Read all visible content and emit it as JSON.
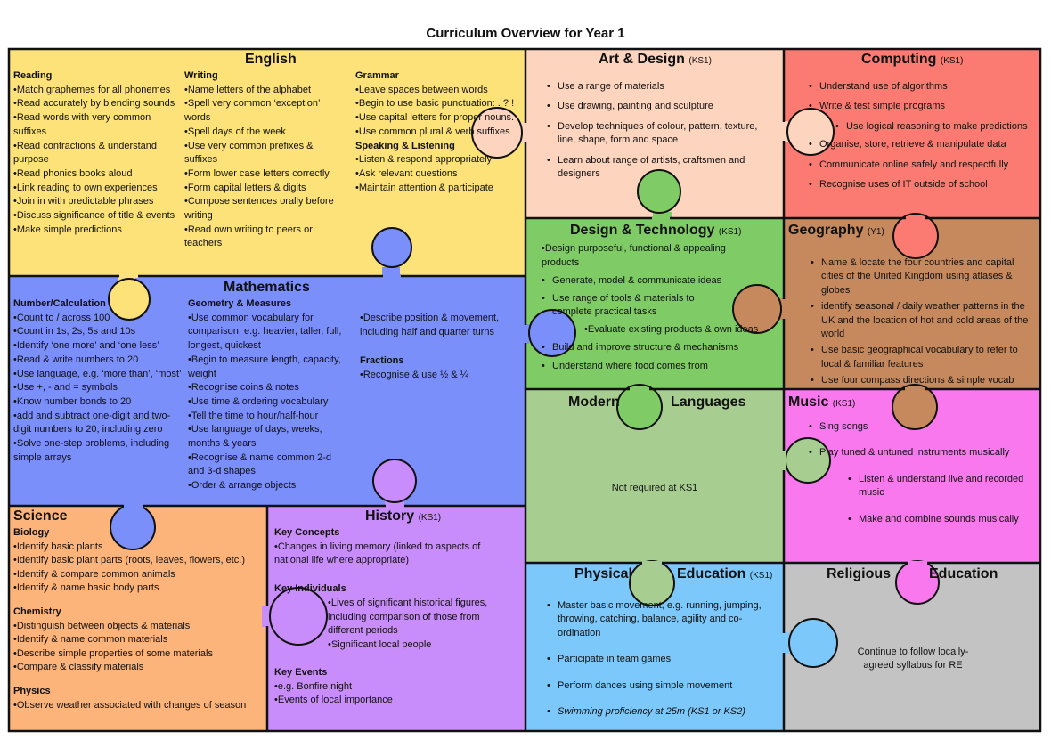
{
  "title": "Curriculum Overview for Year 1",
  "colors": {
    "english": "#fde27a",
    "art": "#fdd5bf",
    "computing": "#fb7b73",
    "maths": "#7b8ffb",
    "dt": "#7fcc66",
    "geography": "#c6895d",
    "ml": "#a8cd91",
    "music": "#f978ee",
    "science": "#fcb47b",
    "history": "#c98dfb",
    "pe": "#7cc8fa",
    "re": "#c3c3c3"
  },
  "english": {
    "heading": "English",
    "reading": {
      "heading": "Reading",
      "items": [
        "Match graphemes for all phonemes",
        "Read accurately by blending sounds",
        "Read words with very common suffixes",
        "Read contractions & understand purpose",
        "Read phonics books aloud",
        "Link reading to own experiences",
        "Join in with predictable phrases",
        "Discuss significance of title & events",
        "Make simple predictions"
      ]
    },
    "writing": {
      "heading": "Writing",
      "items": [
        "Name letters of the alphabet",
        "Spell very common ‘exception’ words",
        "Spell days of the week",
        "Use very common prefixes & suffixes",
        "Form lower case letters correctly",
        "Form capital letters & digits",
        "Compose sentences orally before writing",
        "Read own writing to peers or teachers"
      ]
    },
    "grammar": {
      "heading": "Grammar",
      "items": [
        "Leave spaces between words",
        "Begin to use basic punctuation: . ? !",
        "Use capital letters for proper nouns.",
        "Use common plural & verb suffixes"
      ]
    },
    "speaking": {
      "heading": "Speaking & Listening",
      "items": [
        "Listen & respond appropriately",
        "Ask relevant questions",
        "Maintain attention & participate"
      ]
    }
  },
  "art": {
    "heading": "Art & Design",
    "stage": "(KS1)",
    "items": [
      "Use a range of materials",
      "Use drawing, painting and sculpture",
      "Develop techniques of colour, pattern, texture, line, shape, form and space",
      "Learn about range of artists, craftsmen and designers"
    ]
  },
  "computing": {
    "heading": "Computing",
    "stage": "(KS1)",
    "items": [
      "Understand use of algorithms",
      "Write & test simple programs",
      "Use logical reasoning to make predictions",
      "Organise, store, retrieve & manipulate data",
      "Communicate online safely and respectfully",
      "Recognise uses of IT outside of school"
    ]
  },
  "maths": {
    "heading": "Mathematics",
    "number": {
      "heading": "Number/Calculation",
      "items": [
        "Count to / across 100",
        "Count in 1s, 2s, 5s and 10s",
        "Identify ‘one more’ and ‘one less’",
        "Read  & write numbers to 20",
        "Use language, e.g. ‘more than’, ‘most’",
        "Use +, - and = symbols",
        "Know number bonds to 20",
        "add and subtract one-digit and two-digit numbers to 20, including zero",
        "Solve one-step problems, including simple arrays"
      ]
    },
    "geometry": {
      "heading": "Geometry & Measures",
      "items": [
        "Use common vocabulary for comparison, e.g. heavier, taller, full, longest, quickest",
        "Begin to measure length, capacity, weight",
        "Recognise coins & notes",
        "Use time & ordering vocabulary",
        "Tell the time to hour/half-hour",
        "Use language of days, weeks, months & years",
        "Recognise & name common 2-d and 3-d shapes",
        "Order & arrange objects"
      ]
    },
    "position": "Describe position & movement, including half and quarter turns",
    "fractions": {
      "heading": "Fractions",
      "items": [
        "Recognise & use ½ & ¼"
      ]
    }
  },
  "dt": {
    "heading": "Design & Technology",
    "stage": "(KS1)",
    "items": [
      "Design purposeful, functional & appealing products",
      "Generate, model & communicate ideas",
      "Use range of tools & materials to complete practical tasks",
      "Evaluate existing products & own ideas",
      "Build and improve structure & mechanisms",
      "Understand where food comes from"
    ]
  },
  "geography": {
    "heading": "Geography",
    "stage": "(Y1)",
    "items": [
      "Name & locate the four countries and capital cities of the United Kingdom using atlases & globes",
      "identify seasonal / daily weather patterns in the UK and the location of hot and cold areas of the world",
      "Use basic geographical vocabulary to refer to local & familiar features",
      "Use four compass directions & simple vocab"
    ]
  },
  "ml": {
    "heading_a": "Modern",
    "heading_b": "Languages",
    "note": "Not required at KS1"
  },
  "music": {
    "heading": "Music",
    "stage": "(KS1)",
    "items": [
      "Sing songs",
      "Play tuned & untuned instruments musically",
      "Listen & understand live and recorded music",
      "Make and combine sounds musically"
    ]
  },
  "science": {
    "heading": "Science",
    "biology": {
      "heading": "Biology",
      "items": [
        "Identify basic plants",
        "Identify basic plant parts (roots, leaves, flowers, etc.)",
        "Identify & compare common animals",
        "Identify & name basic body parts"
      ]
    },
    "chemistry": {
      "heading": "Chemistry",
      "items": [
        "Distinguish between objects & materials",
        "Identify & name common materials",
        "Describe simple properties of some materials",
        "Compare & classify materials"
      ]
    },
    "physics": {
      "heading": "Physics",
      "items": [
        "Observe weather associated with changes of season"
      ]
    }
  },
  "history": {
    "heading": "History",
    "stage": "(KS1)",
    "concepts": {
      "heading": "Key Concepts",
      "items": [
        "Changes in living memory (linked to aspects of national life where appropriate)"
      ]
    },
    "individuals": {
      "heading": "Key Individuals",
      "items": [
        "Lives of significant historical figures, including comparison of those from different periods",
        "Significant local people"
      ]
    },
    "events": {
      "heading": "Key Events",
      "items": [
        "e.g. Bonfire night",
        "Events of local importance"
      ]
    }
  },
  "pe": {
    "heading_a": "Physical",
    "heading_b": "Education",
    "stage": "(KS1)",
    "items": [
      "Master basic movement, e.g. running, jumping, throwing, catching, balance, agility and co-ordination",
      "Participate in team games",
      "Perform dances using simple movement",
      "Swimming proficiency at 25m (KS1 or KS2)"
    ]
  },
  "re": {
    "heading_a": "Religious",
    "heading_b": "Education",
    "note": "Continue to follow locally-agreed syllabus for RE"
  }
}
